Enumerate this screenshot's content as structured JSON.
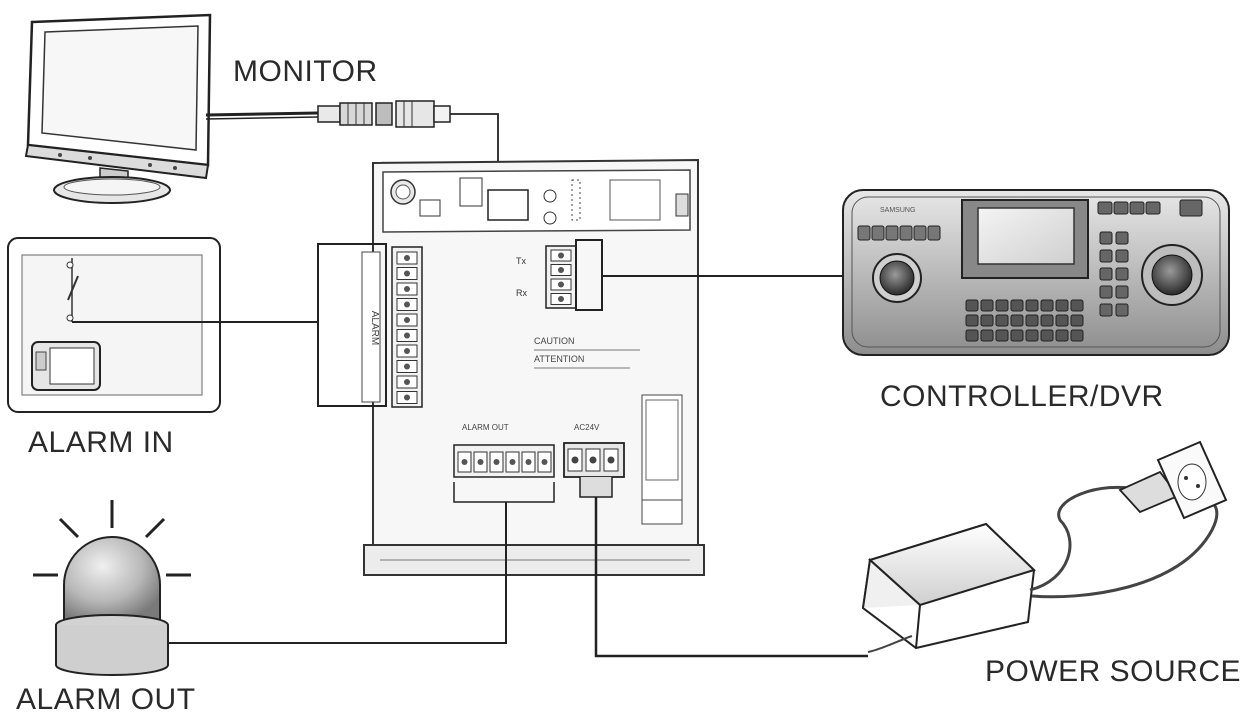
{
  "labels": {
    "monitor": "MONITOR",
    "alarm_in": "ALARM IN",
    "alarm_out": "ALARM OUT",
    "controller": "CONTROLLER/DVR",
    "power_source": "POWER SOURCE"
  },
  "board_text": {
    "alarm_vertical": "ALARM",
    "caution": "CAUTION",
    "attention": "ATTENTION",
    "alarm_out_block": "ALARM OUT",
    "power_block": "AC24V"
  },
  "controller_brand": "SAMSUNG"
}
